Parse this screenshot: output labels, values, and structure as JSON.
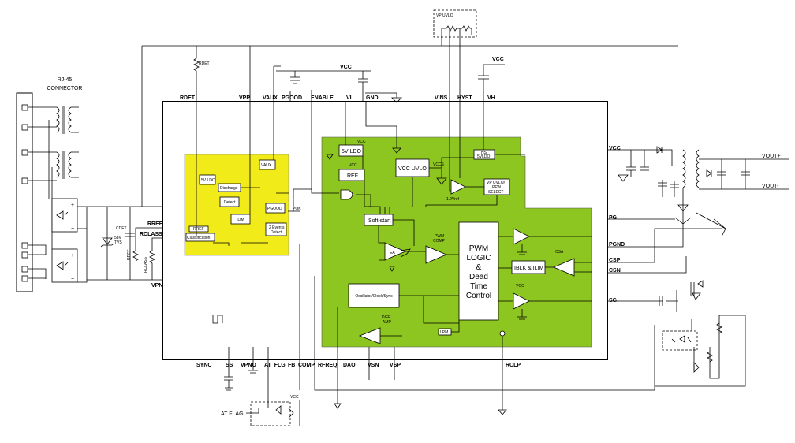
{
  "connector": {
    "title_line1": "RJ-45",
    "title_line2": "CONNECTOR"
  },
  "external": {
    "rdet": "RDET",
    "cdet": "CDET",
    "tvs_line1": "58V",
    "tvs_line2": "TVS",
    "rclass_res": "RCLASS",
    "rref_res": "RREF",
    "vp_uvlo": "VP UVLO",
    "vcc_top": "VCC",
    "vcc_atflag": "VCC",
    "at_flag": "AT FLAG",
    "vout_plus": "VOUT+",
    "vout_minus": "VOUT-"
  },
  "pins_top": {
    "rdet": "RDET",
    "vpp": "VPP",
    "vaux": "VAUX",
    "pgood": "PGOOD",
    "enable": "ENABLE",
    "vl": "VL",
    "gnd": "GND",
    "vins": "VINS",
    "hyst": "HYST",
    "vh": "VH",
    "vcc_net": "VCC"
  },
  "pins_left": {
    "rref": "RREF",
    "rclass": "RCLASS",
    "vpn": "VPN"
  },
  "pins_bottom": {
    "sync": "SYNC",
    "ss": "SS",
    "vpno": "VPNO",
    "at_flg": "AT_FLG",
    "fb": "FB",
    "comp": "COMP",
    "rfreq": "RFREQ",
    "dao": "DAO",
    "vsn": "VSN",
    "vsp": "VSP",
    "rclp": "RCLP"
  },
  "pins_right": {
    "vcc": "VCC",
    "pg": "PG",
    "pgnd": "PGND",
    "csp": "CSP",
    "csn": "CSN",
    "sg": "SG"
  },
  "yellow_blocks": {
    "ldo5": "5V LDO",
    "discharge": "Discharge",
    "detect": "Detect",
    "vaux": "VAUX",
    "pgood": "PGOOD",
    "ilim": "ILIM",
    "rref_blk": "RREF",
    "classification": "Classification",
    "events_line1": "2 Events",
    "events_line2": "Detect"
  },
  "green_blocks": {
    "vcc_label": "VCC",
    "ldo5": "5V LDO",
    "ref_vcc": "VCC",
    "ref": "REF",
    "vcc_uvlo": "VCC UVLO",
    "vccs": "VCCS",
    "hs_line1": "HS",
    "hs_line2": "5VLDO",
    "vp_line1": "VP UVLO/",
    "vp_line2": "PFW",
    "vp_line3": "SELECT",
    "vref": "1.2Vref",
    "softstart": "Soft-start",
    "ea": "EA",
    "pwm_comp_line1": "PWM",
    "pwm_comp_line2": "COMP",
    "pwm_line1": "PWM",
    "pwm_line2": "LOGIC",
    "pwm_line3": "&",
    "pwm_line4": "Dead",
    "pwm_line5": "Time",
    "pwm_line6": "Control",
    "ibc": "IBLK & ILIM",
    "csa": "CSA",
    "vcc_drv": "VCC",
    "osc": "Oscillator/Clock/Sync",
    "diff_line1": "DIFF",
    "diff_line2": "AMP",
    "lpm": "LPM",
    "pok": "POK"
  }
}
